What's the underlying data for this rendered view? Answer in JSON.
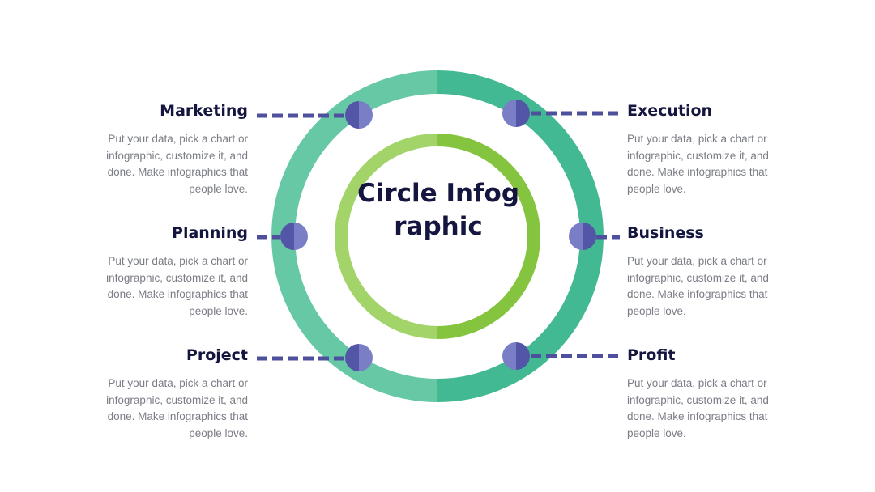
{
  "center": {
    "title": "Circle Infographic"
  },
  "colors": {
    "outer_ring_left": "#67c8a6",
    "outer_ring_right": "#42b993",
    "inner_ring_left": "#a2d46a",
    "inner_ring_right": "#85c43f",
    "node_dark": "#5356a6",
    "node_light": "#7a7ec6",
    "connector": "#4e509e",
    "title_text": "#15163f",
    "body_text": "#7b7d86"
  },
  "items": [
    {
      "id": "marketing",
      "title": "Marketing",
      "desc": "Put your data, pick a chart or infographic, customize it, and done. Make infographics that people love."
    },
    {
      "id": "planning",
      "title": "Planning",
      "desc": "Put your data, pick a chart or infographic, customize it, and done. Make infographics that people love."
    },
    {
      "id": "project",
      "title": "Project",
      "desc": "Put your data, pick a chart or infographic, customize it, and done. Make infographics that people love."
    },
    {
      "id": "execution",
      "title": "Execution",
      "desc": "Put your data, pick a chart or infographic, customize it, and done. Make infographics that people love."
    },
    {
      "id": "business",
      "title": "Business",
      "desc": "Put your data, pick a chart or infographic, customize it, and done. Make infographics that people love."
    },
    {
      "id": "profit",
      "title": "Profit",
      "desc": "Put your data, pick a chart or infographic, customize it, and done. Make infographics that people love."
    }
  ]
}
